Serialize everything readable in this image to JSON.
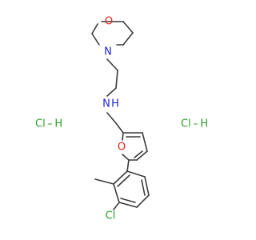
{
  "molecule": {
    "atoms": {
      "o_morpholine": {
        "text": "O",
        "color": "#e8201c"
      },
      "n_morpholine": {
        "text": "N",
        "color": "#2424d8"
      },
      "nh_amine": {
        "text": "N",
        "color": "#2424d8"
      },
      "h_amine": {
        "text": "H",
        "color": "#2424d8"
      },
      "o_furan": {
        "text": "O",
        "color": "#e8201c"
      },
      "cl_aryl": {
        "text": "Cl",
        "color": "#28a028"
      }
    },
    "salts": [
      {
        "text": "Cl – H",
        "color": "#28a028"
      },
      {
        "text": "Cl – H",
        "color": "#28a028"
      }
    ],
    "bond_color": "#3c3c3c"
  }
}
